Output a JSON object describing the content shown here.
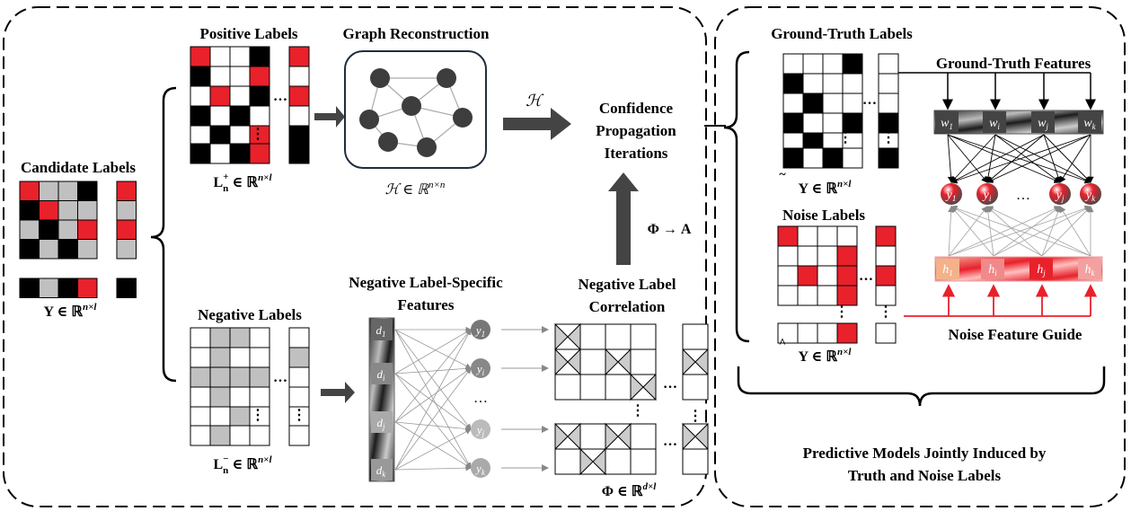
{
  "left_panel": {
    "candidate": {
      "title": "Candidate Labels",
      "math": "Y ∈ ℝ",
      "sup": "n×l"
    },
    "positive": {
      "title": "Positive Labels",
      "math_main": "L",
      "math_sub": "n",
      "math_sup": "+",
      "math_rest": "∈ ℝ",
      "math_rest_sup": "n×l"
    },
    "negative": {
      "title": "Negative Labels",
      "math_main": "L",
      "math_sub": "n",
      "math_sup": "−",
      "math_rest": "∈ ℝ",
      "math_rest_sup": "n×l"
    },
    "graph": {
      "title": "Graph Reconstruction",
      "math": "ℋ ∈ ℝ",
      "sup": "n×n",
      "arrow_label": "ℋ"
    },
    "confidence": {
      "line1": "Confidence",
      "line2": "Propagation",
      "line3": "Iterations"
    },
    "phi_to_a": "Φ → A",
    "nlsf": {
      "line1": "Negative Label-Specific",
      "line2": "Features",
      "d_nodes": [
        "d",
        "d",
        "d",
        "d"
      ],
      "d_subs": [
        "1",
        "i",
        "j",
        "k"
      ],
      "y_nodes": [
        "y",
        "y",
        "y",
        "y"
      ],
      "y_subs": [
        "1",
        "i",
        "j",
        "k"
      ],
      "ellipsis": "…"
    },
    "nlc": {
      "line1": "Negative Label",
      "line2": "Correlation",
      "math": "Φ ∈ ℝ",
      "sup": "d×l"
    }
  },
  "right_panel": {
    "gt_labels": {
      "title": "Ground-Truth  Labels",
      "math": "Y ∈ ℝ",
      "sup": "n×l"
    },
    "noise_labels": {
      "title": "Noise Labels",
      "math": "Y ∈ ℝ",
      "sup": "n×l"
    },
    "gt_features": "Ground-Truth  Features",
    "noise_guide": "Noise Feature Guide",
    "w_nodes": [
      "w",
      "w",
      "w",
      "w"
    ],
    "w_subs": [
      "1",
      "i",
      "j",
      "k"
    ],
    "y_nodes": [
      "y",
      "y",
      "y",
      "y"
    ],
    "y_subs": [
      "1",
      "i",
      "j",
      "k"
    ],
    "h_nodes": [
      "h",
      "h",
      "h",
      "h"
    ],
    "h_subs": [
      "1",
      "i",
      "j",
      "k"
    ],
    "ellipsis": "…",
    "predictive": {
      "line1": "Predictive Models Jointly Induced by",
      "line2": "Truth  and Noise Labels"
    }
  },
  "colors": {
    "red": "#e8212b",
    "black": "#000000",
    "gray": "#c0c0c0",
    "dark_node": "#3d3d3d",
    "arrow": "#333333"
  }
}
